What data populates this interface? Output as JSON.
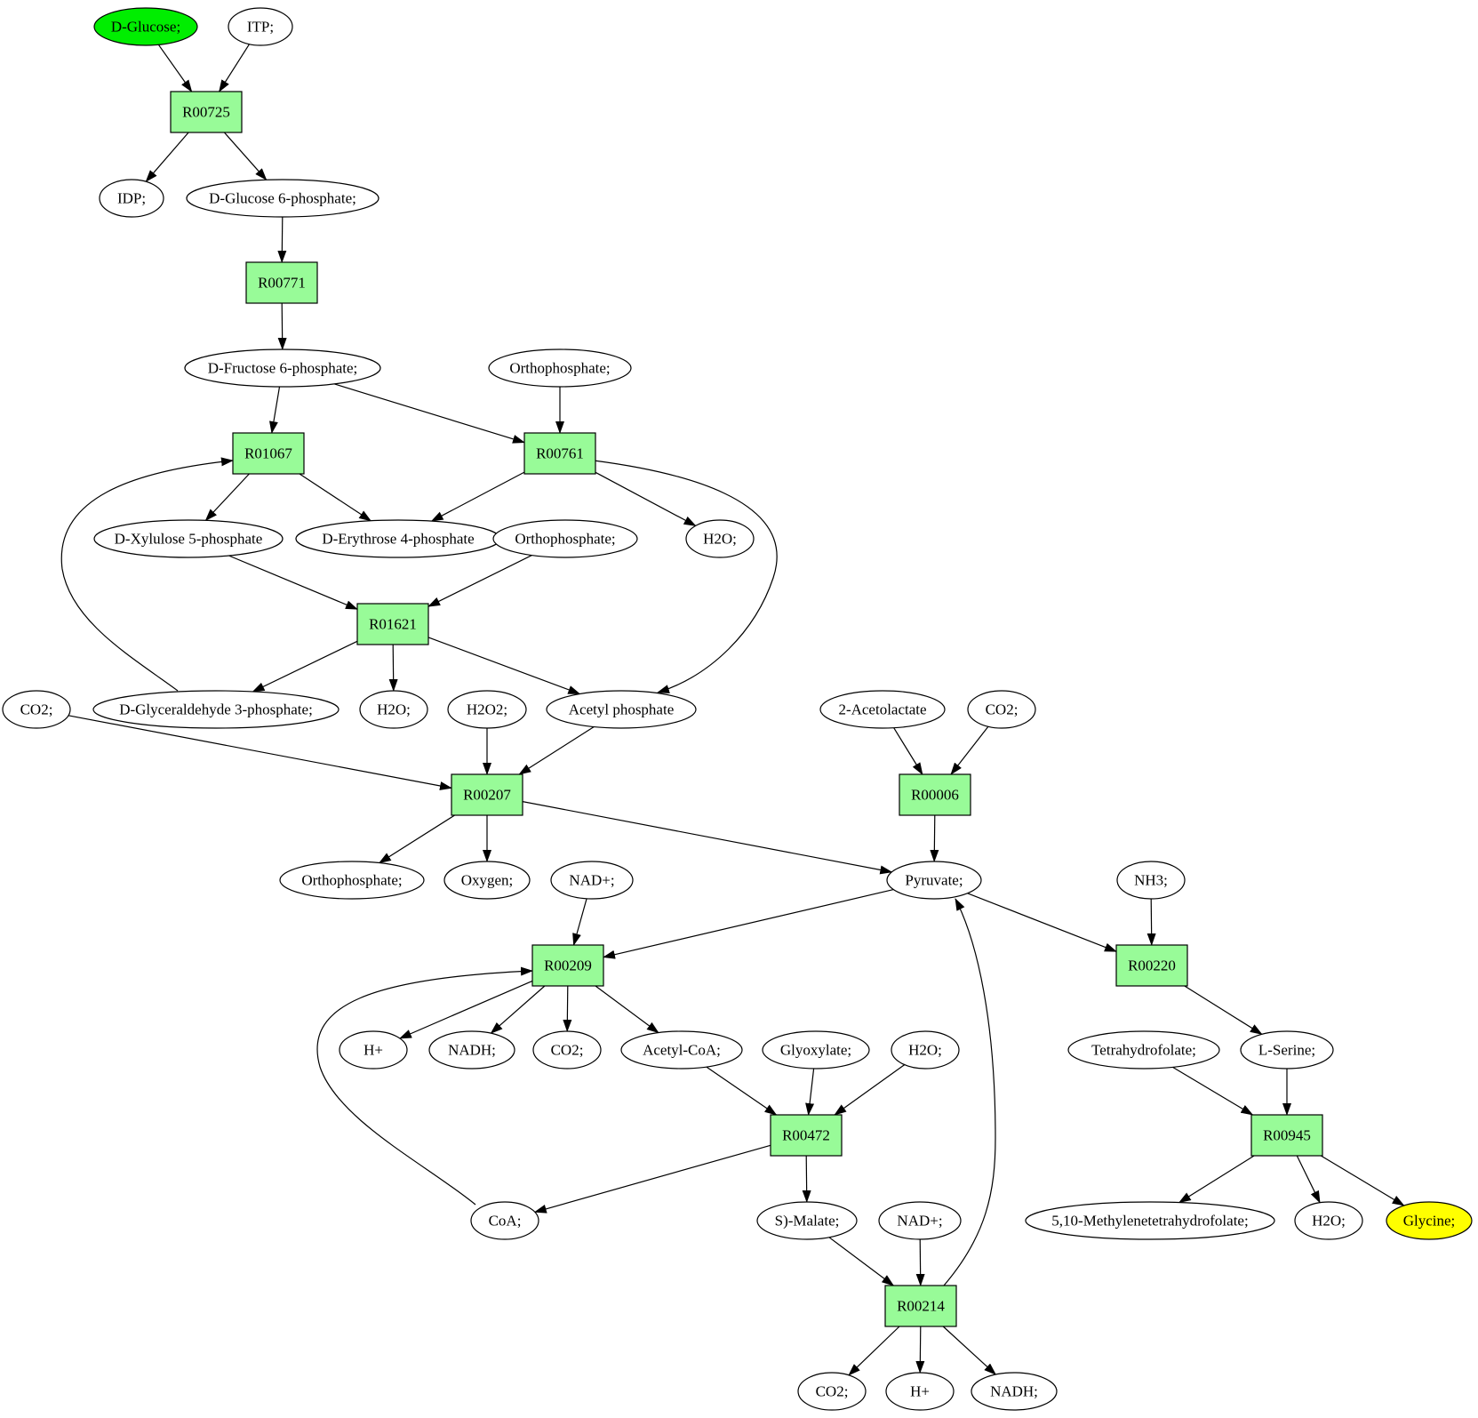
{
  "colors": {
    "reaction_fill": "#98fb98",
    "start_fill": "#00ee00",
    "target_fill": "#ffff00",
    "default_fill": "#ffffff"
  },
  "nodes": {
    "dglucose": {
      "label": "D-Glucose;",
      "kind": "start"
    },
    "itp": {
      "label": "ITP;"
    },
    "r00725": {
      "label": "R00725",
      "kind": "reaction"
    },
    "idp": {
      "label": "IDP;"
    },
    "g6p": {
      "label": "D-Glucose 6-phosphate;"
    },
    "r00771": {
      "label": "R00771",
      "kind": "reaction"
    },
    "f6p": {
      "label": "D-Fructose 6-phosphate;"
    },
    "orthop1": {
      "label": "Orthophosphate;"
    },
    "r01067": {
      "label": "R01067",
      "kind": "reaction"
    },
    "r00761": {
      "label": "R00761",
      "kind": "reaction"
    },
    "xu5p": {
      "label": "D-Xylulose 5-phosphate"
    },
    "e4p": {
      "label": "D-Erythrose 4-phosphate"
    },
    "orthop2": {
      "label": "Orthophosphate;"
    },
    "h2o1": {
      "label": "H2O;"
    },
    "r01621": {
      "label": "R01621",
      "kind": "reaction"
    },
    "co2a": {
      "label": "CO2;"
    },
    "g3p": {
      "label": "D-Glyceraldehyde 3-phosphate;"
    },
    "h2o2": {
      "label": "H2O;"
    },
    "h2o2b": {
      "label": "H2O2;"
    },
    "acetylp": {
      "label": "Acetyl phosphate"
    },
    "acetolactate": {
      "label": "2-Acetolactate"
    },
    "co2b": {
      "label": "CO2;"
    },
    "r00207": {
      "label": "R00207",
      "kind": "reaction"
    },
    "r00006": {
      "label": "R00006",
      "kind": "reaction"
    },
    "orthop3": {
      "label": "Orthophosphate;"
    },
    "oxygen": {
      "label": "Oxygen;"
    },
    "nad1": {
      "label": "NAD+;"
    },
    "pyruvate": {
      "label": "Pyruvate;"
    },
    "nh3": {
      "label": "NH3;"
    },
    "r00209": {
      "label": "R00209",
      "kind": "reaction"
    },
    "r00220": {
      "label": "R00220",
      "kind": "reaction"
    },
    "hplus1": {
      "label": "H+"
    },
    "nadh1": {
      "label": "NADH;"
    },
    "co2c": {
      "label": "CO2;"
    },
    "acetylcoa": {
      "label": "Acetyl-CoA;"
    },
    "glyoxylate": {
      "label": "Glyoxylate;"
    },
    "h2o3": {
      "label": "H2O;"
    },
    "thf": {
      "label": "Tetrahydrofolate;"
    },
    "lserine": {
      "label": "L-Serine;"
    },
    "r00472": {
      "label": "R00472",
      "kind": "reaction"
    },
    "r00945": {
      "label": "R00945",
      "kind": "reaction"
    },
    "coa": {
      "label": "CoA;"
    },
    "smalate": {
      "label": "S)-Malate;"
    },
    "nad2": {
      "label": "NAD+;"
    },
    "mthf": {
      "label": "5,10-Methylenetetrahydrofolate;"
    },
    "h2o4": {
      "label": "H2O;"
    },
    "glycine": {
      "label": "Glycine;",
      "kind": "target"
    },
    "r00214": {
      "label": "R00214",
      "kind": "reaction"
    },
    "co2d": {
      "label": "CO2;"
    },
    "hplus2": {
      "label": "H+"
    },
    "nadh2": {
      "label": "NADH;"
    }
  },
  "edges": [
    [
      "dglucose",
      "r00725"
    ],
    [
      "itp",
      "r00725"
    ],
    [
      "r00725",
      "idp"
    ],
    [
      "r00725",
      "g6p"
    ],
    [
      "g6p",
      "r00771"
    ],
    [
      "r00771",
      "f6p"
    ],
    [
      "f6p",
      "r01067"
    ],
    [
      "f6p",
      "r00761"
    ],
    [
      "orthop1",
      "r00761"
    ],
    [
      "r01067",
      "xu5p"
    ],
    [
      "r01067",
      "e4p"
    ],
    [
      "r00761",
      "e4p"
    ],
    [
      "r00761",
      "h2o1"
    ],
    [
      "r00761",
      "acetylp"
    ],
    [
      "xu5p",
      "r01621"
    ],
    [
      "orthop2",
      "r01621"
    ],
    [
      "r01621",
      "g3p"
    ],
    [
      "r01621",
      "h2o2"
    ],
    [
      "r01621",
      "acetylp"
    ],
    [
      "g3p",
      "r01067"
    ],
    [
      "co2a",
      "r00207"
    ],
    [
      "h2o2b",
      "r00207"
    ],
    [
      "acetylp",
      "r00207"
    ],
    [
      "r00207",
      "orthop3"
    ],
    [
      "r00207",
      "oxygen"
    ],
    [
      "r00207",
      "pyruvate"
    ],
    [
      "acetolactate",
      "r00006"
    ],
    [
      "co2b",
      "r00006"
    ],
    [
      "r00006",
      "pyruvate"
    ],
    [
      "pyruvate",
      "r00209"
    ],
    [
      "nad1",
      "r00209"
    ],
    [
      "r00209",
      "hplus1"
    ],
    [
      "r00209",
      "nadh1"
    ],
    [
      "r00209",
      "co2c"
    ],
    [
      "r00209",
      "acetylcoa"
    ],
    [
      "coa",
      "r00209"
    ],
    [
      "pyruvate",
      "r00220"
    ],
    [
      "nh3",
      "r00220"
    ],
    [
      "r00220",
      "lserine"
    ],
    [
      "acetylcoa",
      "r00472"
    ],
    [
      "glyoxylate",
      "r00472"
    ],
    [
      "h2o3",
      "r00472"
    ],
    [
      "r00472",
      "coa"
    ],
    [
      "r00472",
      "smalate"
    ],
    [
      "smalate",
      "r00214"
    ],
    [
      "nad2",
      "r00214"
    ],
    [
      "r00214",
      "co2d"
    ],
    [
      "r00214",
      "hplus2"
    ],
    [
      "r00214",
      "nadh2"
    ],
    [
      "r00214",
      "pyruvate"
    ],
    [
      "thf",
      "r00945"
    ],
    [
      "lserine",
      "r00945"
    ],
    [
      "r00945",
      "mthf"
    ],
    [
      "r00945",
      "h2o4"
    ],
    [
      "r00945",
      "glycine"
    ]
  ]
}
